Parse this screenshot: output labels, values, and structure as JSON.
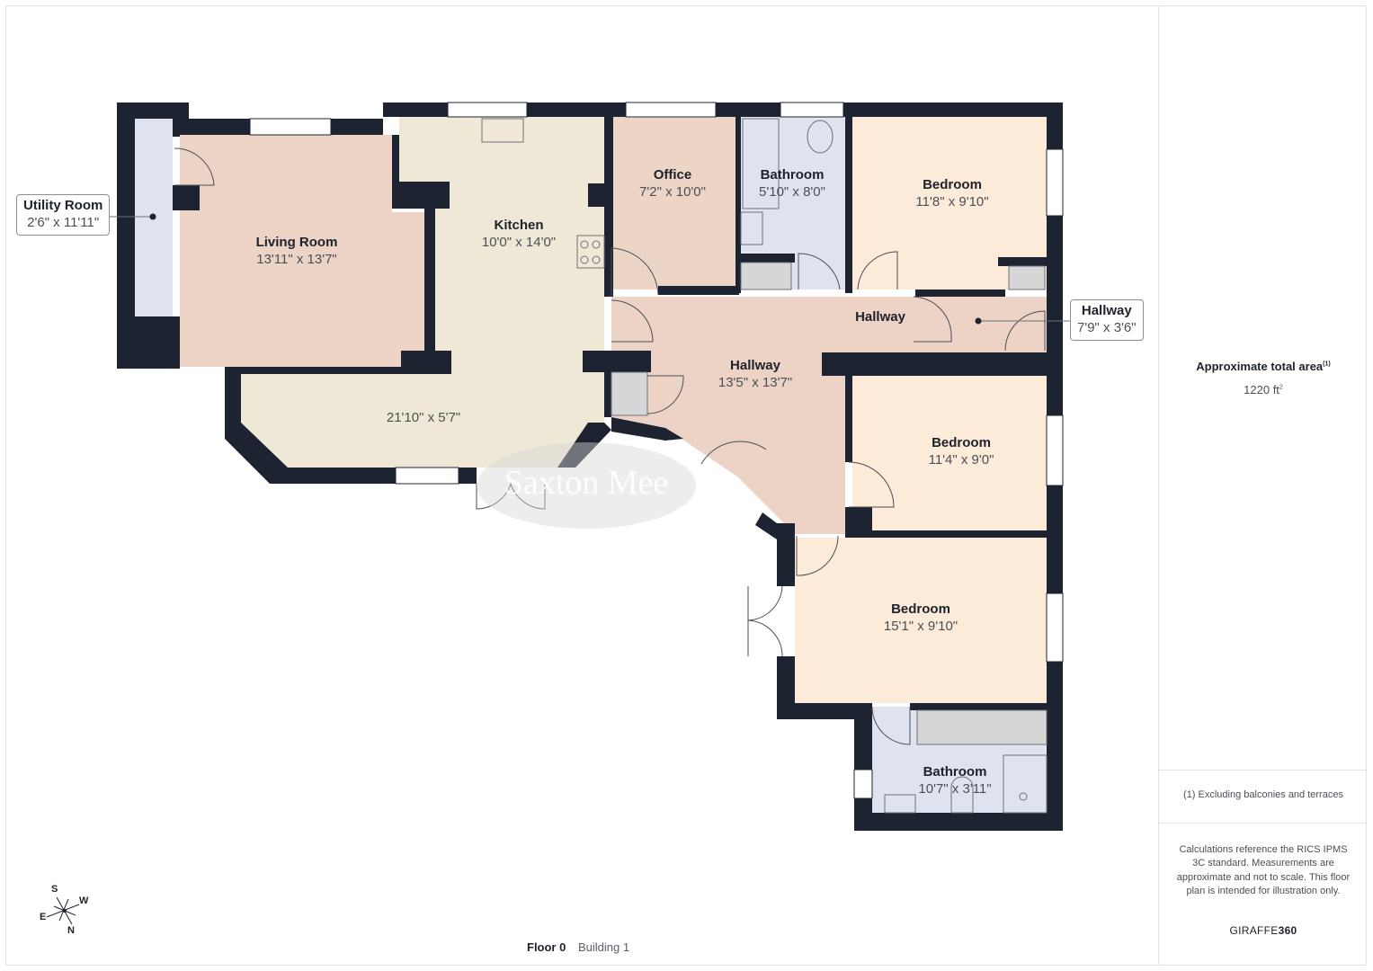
{
  "floor": {
    "label": "Floor 0",
    "building": "Building 1"
  },
  "rooms": {
    "living_room": {
      "name": "Living Room",
      "dim": "13'11\" x 13'7\""
    },
    "kitchen": {
      "name": "Kitchen",
      "dim": "10'0\" x 14'0\""
    },
    "kitchen_extension": {
      "dim": "21'10\" x 5'7\""
    },
    "office": {
      "name": "Office",
      "dim": "7'2\" x 10'0\""
    },
    "bathroom_1": {
      "name": "Bathroom",
      "dim": "5'10\" x 8'0\""
    },
    "bedroom_1": {
      "name": "Bedroom",
      "dim": "11'8\" x 9'10\""
    },
    "hallway_small": {
      "name": "Hallway"
    },
    "hallway_main": {
      "name": "Hallway",
      "dim": "13'5\" x 13'7\""
    },
    "bedroom_2": {
      "name": "Bedroom",
      "dim": "11'4\" x 9'0\""
    },
    "bedroom_3": {
      "name": "Bedroom",
      "dim": "15'1\" x 9'10\""
    },
    "bathroom_2": {
      "name": "Bathroom",
      "dim": "10'7\" x 3'11\""
    }
  },
  "callouts": {
    "utility_room": {
      "name": "Utility Room",
      "dim": "2'6\" x 11'11\""
    },
    "hallway_entry": {
      "name": "Hallway",
      "dim": "7'9\" x 3'6\""
    }
  },
  "sidebar": {
    "title": "Approximate total area",
    "title_sup": "(1)",
    "area_value": "1220 ft",
    "area_sup": "2",
    "footnote": "(1) Excluding balconies and terraces",
    "disclaimer": "Calculations reference the RICS IPMS 3C standard. Measurements are approximate and not to scale. This floor plan is intended for illustration only.",
    "brand_a": "GIRAFFE",
    "brand_b": "360"
  },
  "compass": {
    "s": "S",
    "w": "W",
    "e": "E",
    "n": "N"
  },
  "watermark": {
    "text": "Saxton Mee"
  },
  "colors": {
    "wall": "#1d2330",
    "living": "#ecd3c5",
    "kitchen": "#f0e8d6",
    "office": "#edd5c6",
    "bathroom": "#dfe3ef",
    "bedroom": "#fdebd9",
    "hallway": "#ecd3c5",
    "utility": "#dfe3ef"
  }
}
